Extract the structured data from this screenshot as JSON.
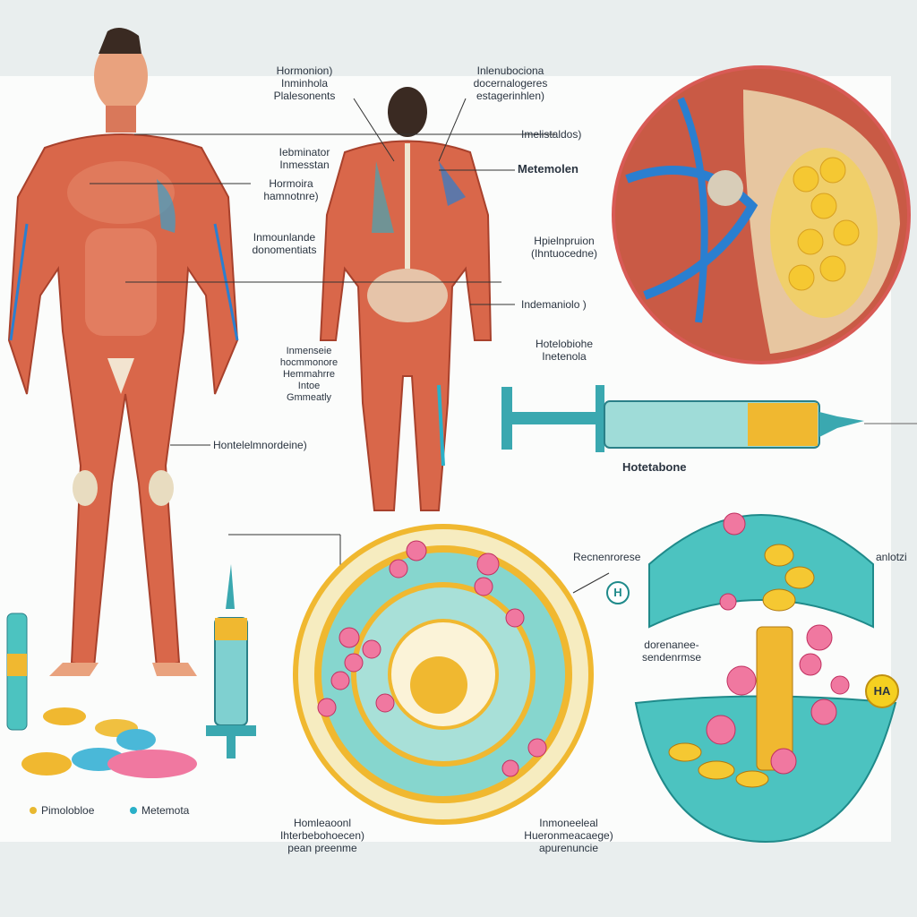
{
  "labels": {
    "top_left": [
      "Hormonion)",
      "Inminhola",
      "Plalesonents"
    ],
    "top_center": [
      "Inlenubociona",
      "docernalogeres",
      "estagerinhlen)"
    ],
    "inset_1": "Imelistaldos)",
    "inset_2": "Metemolen",
    "inset_3": [
      "Hpielnpruion",
      "(Ihntuocedne)"
    ],
    "inset_4": "Indemaniolo )",
    "inset_5": [
      "Hotelobiohe",
      "Inetenola"
    ],
    "back_1": [
      "Iebminator",
      "Inmesstan"
    ],
    "back_2": [
      "Hormoira",
      "hamnotnre)"
    ],
    "back_3": [
      "Inmounlande",
      "donomentiats"
    ],
    "back_4": [
      "Inmenseie",
      "hocmmonore",
      "Hemmahrre",
      "Intoe",
      "Gmmeatly"
    ],
    "front_leg": "Hontelelmnordeine)",
    "syringe": "Hotetabone",
    "bowl_left": "Recnenrorese",
    "bowl_right": "anlotzi",
    "bowl_mid": [
      "dorenanee-",
      "sendenrmse"
    ],
    "h_badge": "H",
    "ha_badge": "HA",
    "circle_left": [
      "Homleaoonl",
      "Ihterbebohoecen)",
      "pean preenme"
    ],
    "circle_right": [
      "Inmoneeleal",
      "Hueronmeacaege)",
      "apurenuncie"
    ]
  },
  "legend": [
    {
      "label": "Pimolobloe",
      "color": "#e8b830"
    },
    {
      "label": "Metemota",
      "color": "#2ab0c8"
    }
  ],
  "colors": {
    "muscle": "#d9674a",
    "teal": "#4cc3c0",
    "gold": "#f0b830",
    "pink": "#ee6a92",
    "vein": "#2a7fd0"
  }
}
